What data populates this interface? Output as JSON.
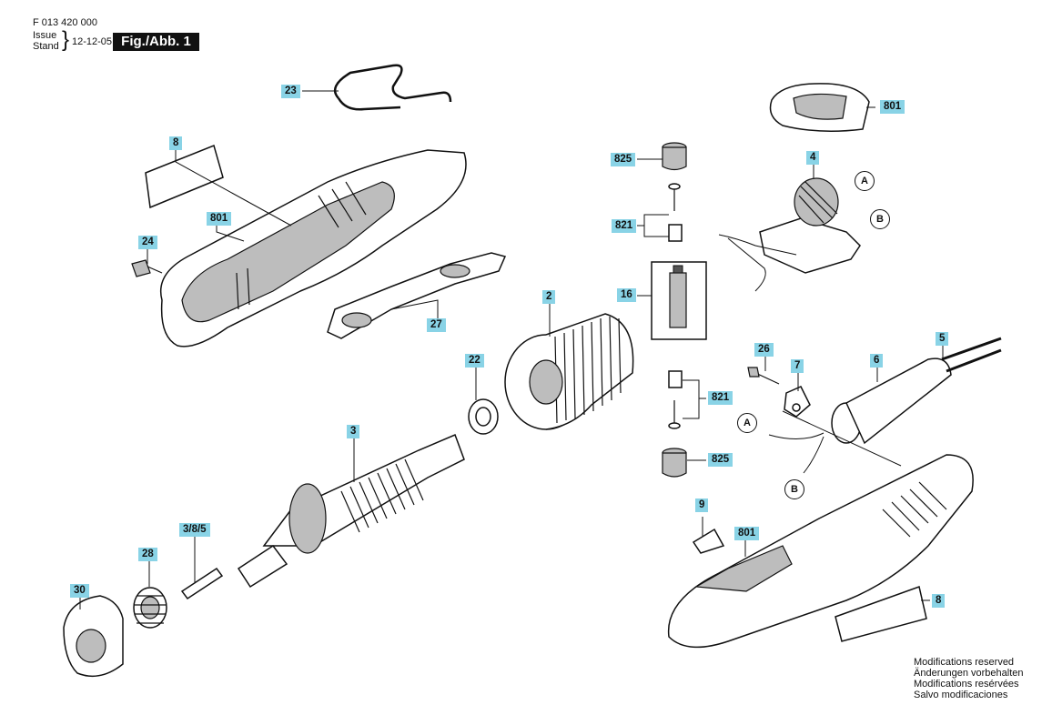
{
  "header": {
    "part_number": "F 013 420 000",
    "issue_label": "Issue",
    "stand_label": "Stand",
    "date": "12-12-05",
    "figure": "Fig./Abb. 1"
  },
  "notes": [
    "Modifications reserved",
    "Änderungen vorbehalten",
    "Modifications resérvées",
    "Salvo modificaciones"
  ],
  "callouts": {
    "c23": "23",
    "c801_top": "801",
    "c8_left": "8",
    "c801_left": "801",
    "c24": "24",
    "c27": "27",
    "c825_top": "825",
    "c821_top": "821",
    "c16": "16",
    "c4": "4",
    "c2": "2",
    "c22": "22",
    "c821_bottom": "821",
    "c825_bottom": "825",
    "c26": "26",
    "c7": "7",
    "c6": "6",
    "c5": "5",
    "c3": "3",
    "c385": "3/8/5",
    "c28": "28",
    "c30": "30",
    "c9": "9",
    "c801_right": "801",
    "c8_right": "8"
  },
  "markers": {
    "a_top": "A",
    "b_top": "B",
    "a_bottom": "A",
    "b_bottom": "B"
  },
  "colors": {
    "callout_bg": "#89d3e6",
    "ink": "#111111",
    "shade": "#bdbdbd"
  }
}
